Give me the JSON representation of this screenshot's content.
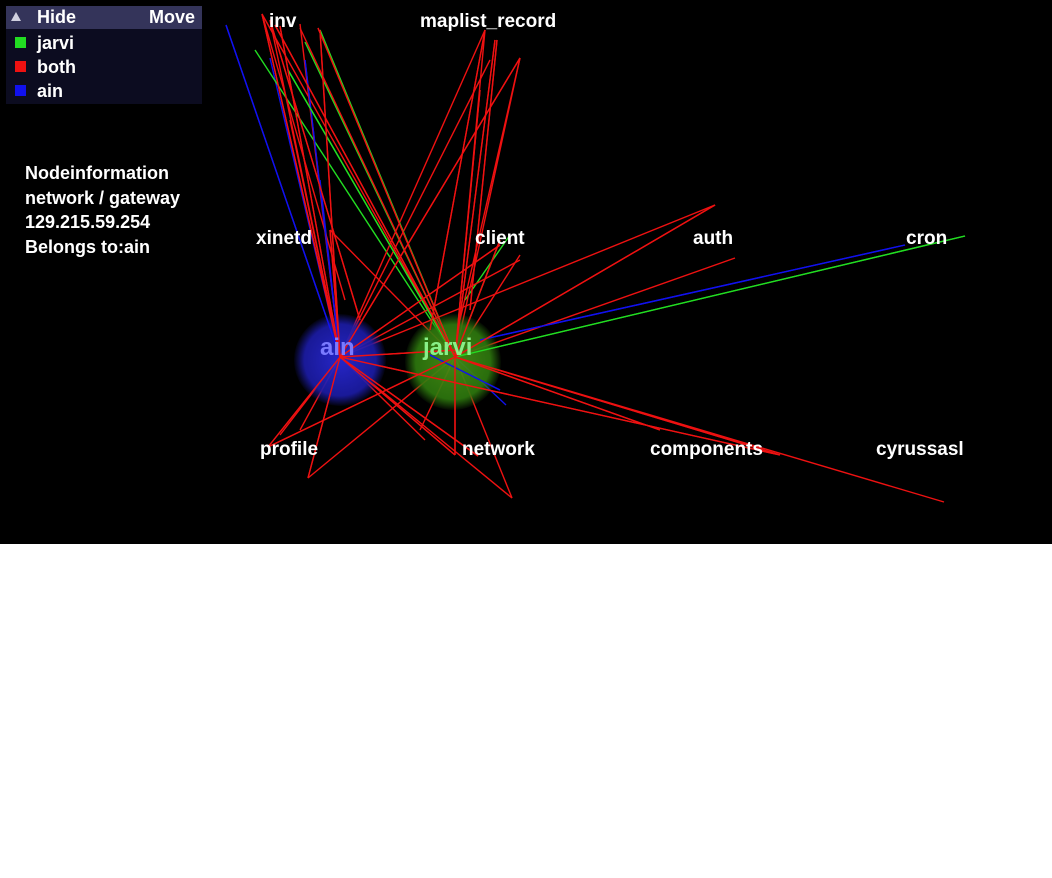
{
  "legend": {
    "hide_label": "Hide",
    "move_label": "Move",
    "items": [
      {
        "label": "jarvi",
        "color": "#22dd22"
      },
      {
        "label": "both",
        "color": "#ee1111"
      },
      {
        "label": "ain",
        "color": "#1111ee"
      }
    ]
  },
  "node_info": {
    "title": "Nodeinformation",
    "path": "network / gateway",
    "address": "129.215.59.254",
    "belongs": "Belongs to:ain"
  },
  "hosts": {
    "ain": {
      "label": "ain",
      "color": "#7a7aff",
      "glow": "#1c1ca8"
    },
    "jarvi": {
      "label": "jarvi",
      "color": "#88f088",
      "glow": "#2e7a0e"
    }
  },
  "clusters": {
    "inv": "inv",
    "maplist_record": "maplist_record",
    "xinetd": "xinetd",
    "client": "client",
    "auth": "auth",
    "cron": "cron",
    "profile": "profile",
    "network": "network",
    "components": "components",
    "cyrussasl": "cyrussasl"
  }
}
